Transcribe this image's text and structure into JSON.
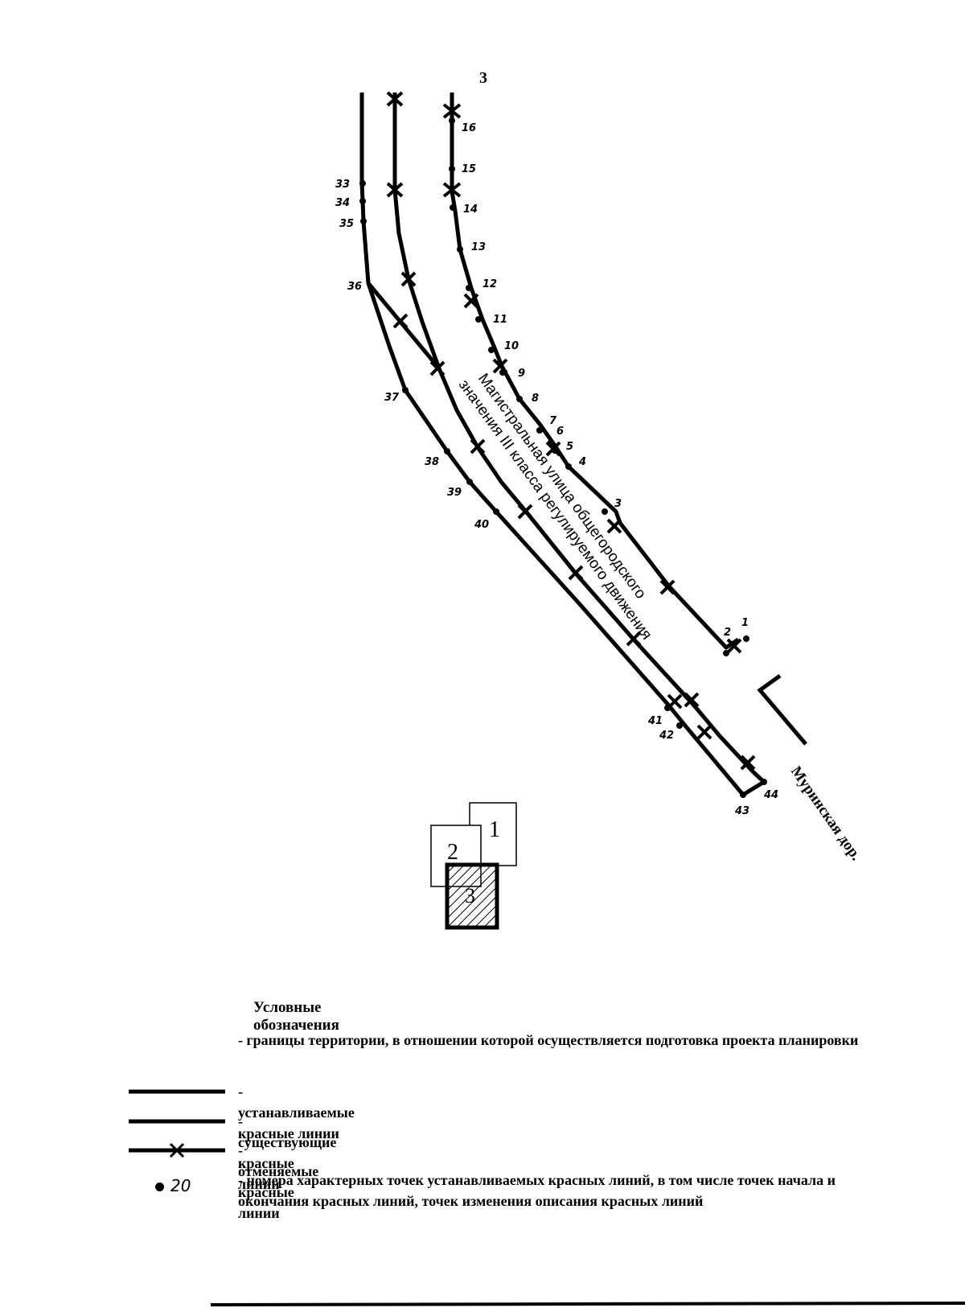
{
  "sheet_number": "3",
  "street_label_line1": "Магистральная улица общегородского",
  "street_label_line2": "значения III класса регулируемого движения",
  "road_label": "Муринская дор.",
  "point_labels": {
    "p1": "1",
    "p2": "2",
    "p3": "3",
    "p4": "4",
    "p5": "5",
    "p6": "6",
    "p7": "7",
    "p8": "8",
    "p9": "9",
    "p10": "10",
    "p11": "11",
    "p12": "12",
    "p13": "13",
    "p14": "14",
    "p15": "15",
    "p16": "16",
    "p33": "33",
    "p34": "34",
    "p35": "35",
    "p36": "36",
    "p37": "37",
    "p38": "38",
    "p39": "39",
    "p40": "40",
    "p41": "41",
    "p42": "42",
    "p43": "43",
    "p44": "44"
  },
  "index_map": {
    "sheet1": "1",
    "sheet2": "2",
    "sheet3": "3"
  },
  "legend": {
    "title": "Условные обозначения",
    "boundary": "- границы территории, в отношении которой осуществляется подготовка проекта планировки",
    "established": "- устанавливаемые красные линии",
    "existing": "- существующие красные линии",
    "cancelled": "- отменяемые красные линии",
    "point_numbers": "- номера характерных точек устанавливаемых красных линий, в том числе точек начала и окончания красных линий, точек изменения описания красных линий",
    "point_example": "20"
  }
}
